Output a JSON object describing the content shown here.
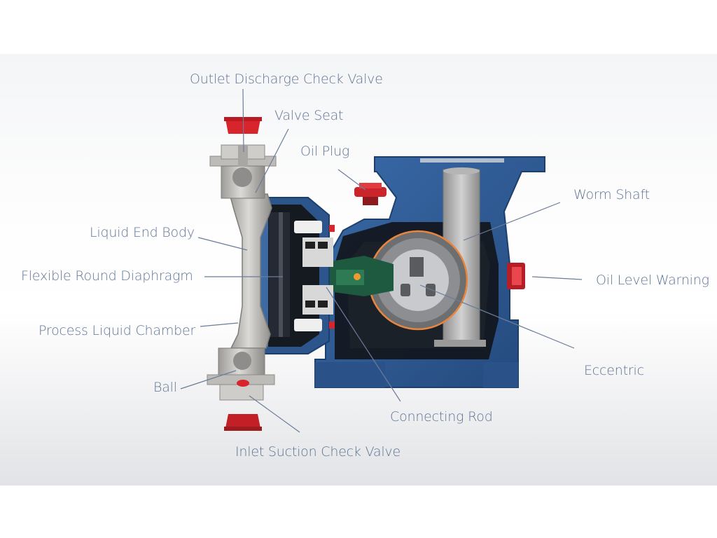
{
  "labels": {
    "outlet_discharge_check_valve": "Outlet Discharge Check Valve",
    "valve_seat": "Valve Seat",
    "oil_plug": "Oil Plug",
    "worm_shaft": "Worm Shaft",
    "liquid_end_body": "Liquid End Body",
    "flexible_round_diaphragm": "Flexible Round Diaphragm",
    "oil_level_warning": "Oil Level Warning",
    "process_liquid_chamber": "Process Liquid Chamber",
    "eccentric": "Eccentric",
    "ball": "Ball",
    "connecting_rod": "Connecting Rod",
    "inlet_suction_check_valve": "Inlet Suction Check Valve"
  },
  "colors": {
    "housing_blue": "#2f5a94",
    "label_text": "#5f7596",
    "accent_red": "#d8242b",
    "valve_steel": "#c9c8c5"
  }
}
